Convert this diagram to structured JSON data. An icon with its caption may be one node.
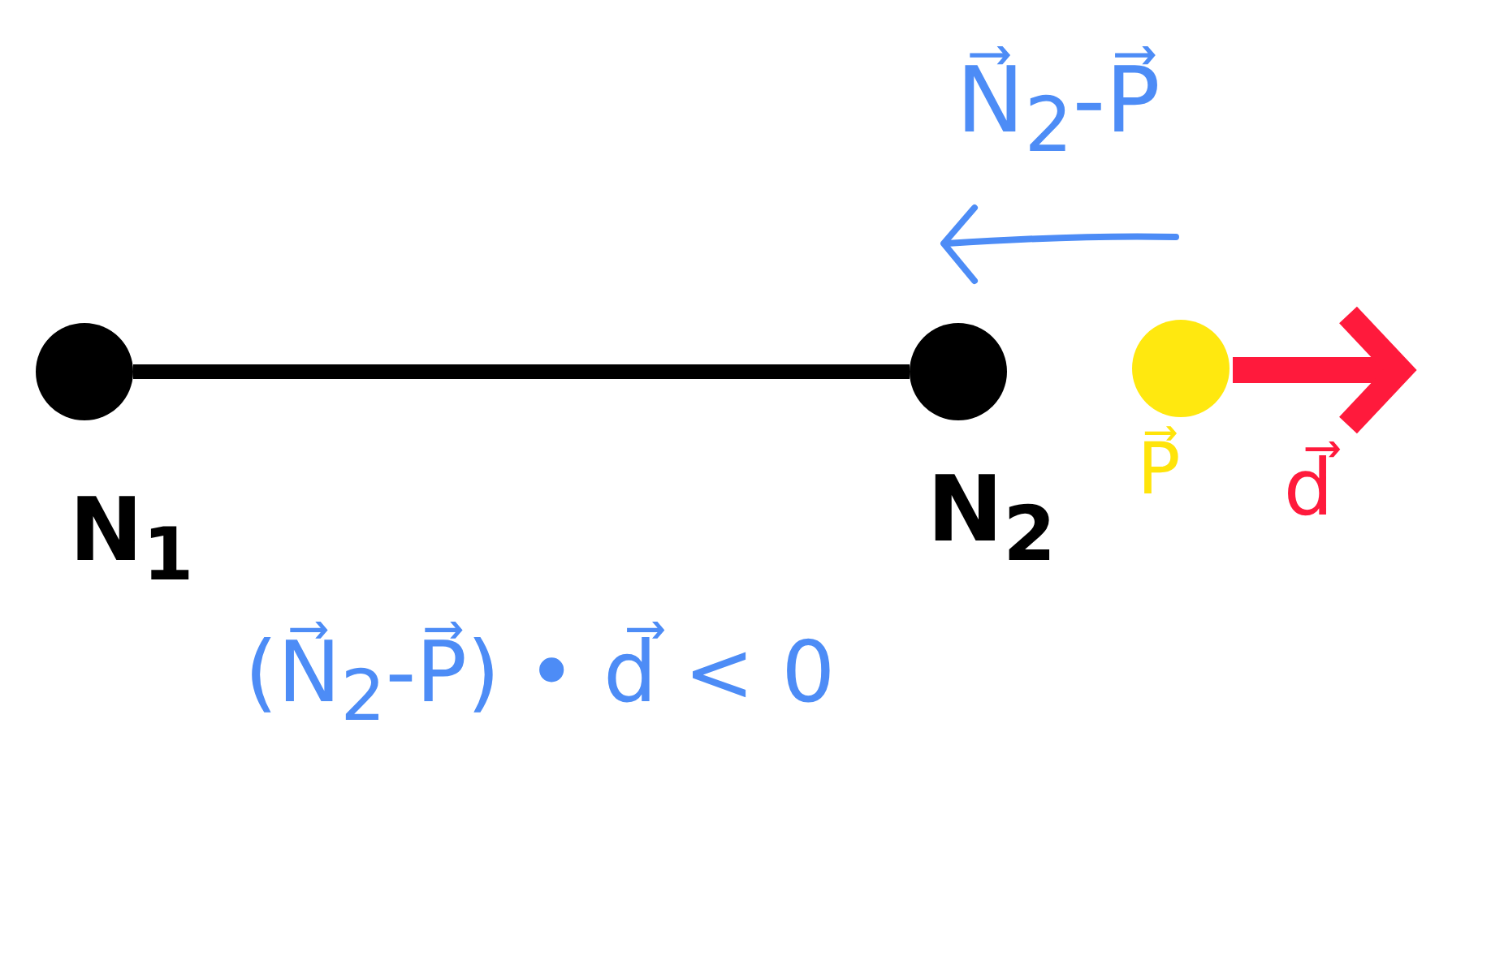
{
  "diagram": {
    "nodes": [
      {
        "text": [],
        "shape": "circle",
        "beside": [
          "N$_{1}$"
        ]
      },
      {
        "text": [],
        "shape": "circle",
        "beside": [
          "N$_{2}$"
        ]
      },
      {
        "text": [],
        "shape": "circle",
        "beside": [
          "P⃗"
        ]
      }
    ],
    "edges": [
      {
        "from": 0,
        "to": 1,
        "arrow": "none"
      }
    ],
    "labels": [
      "N⃗$_{2}$-P⃗",
      "d⃗",
      "(N⃗$_{2}$-P⃗) • d⃗ < 0"
    ]
  }
}
